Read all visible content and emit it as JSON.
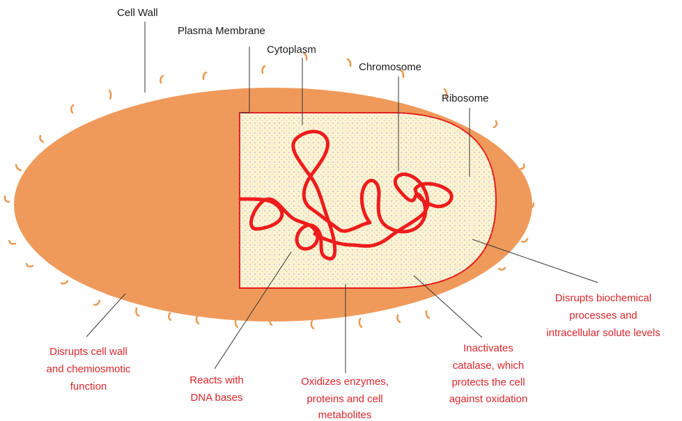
{
  "diagram": {
    "parts": {
      "cell_wall": "Cell Wall",
      "plasma_membrane": "Plasma Membrane",
      "cytoplasm": "Cytoplasm",
      "chromosome": "Chromosome",
      "ribosome": "Ribosome"
    },
    "effects": {
      "wall": [
        "Disrupts cell wall",
        "and chemiosmotic",
        "function"
      ],
      "dna": [
        "Reacts with",
        "DNA bases"
      ],
      "enzymes": [
        "Oxidizes enzymes,",
        "proteins and cell",
        "metabolites"
      ],
      "catalase": [
        "Inactivates",
        "catalase, which",
        "protects the cell",
        "against oxidation"
      ],
      "biochem": [
        "Disrupts biochemical",
        "processes and",
        "intracellular solute levels"
      ]
    },
    "colors": {
      "cell_body": "#ef9a5b",
      "cytoplasm_fill": "#fdf3d2",
      "membrane": "#e81a1a",
      "chromosome": "#ee1c1c",
      "effect_text": "#d9262b",
      "leader_lines": "#333333"
    }
  }
}
